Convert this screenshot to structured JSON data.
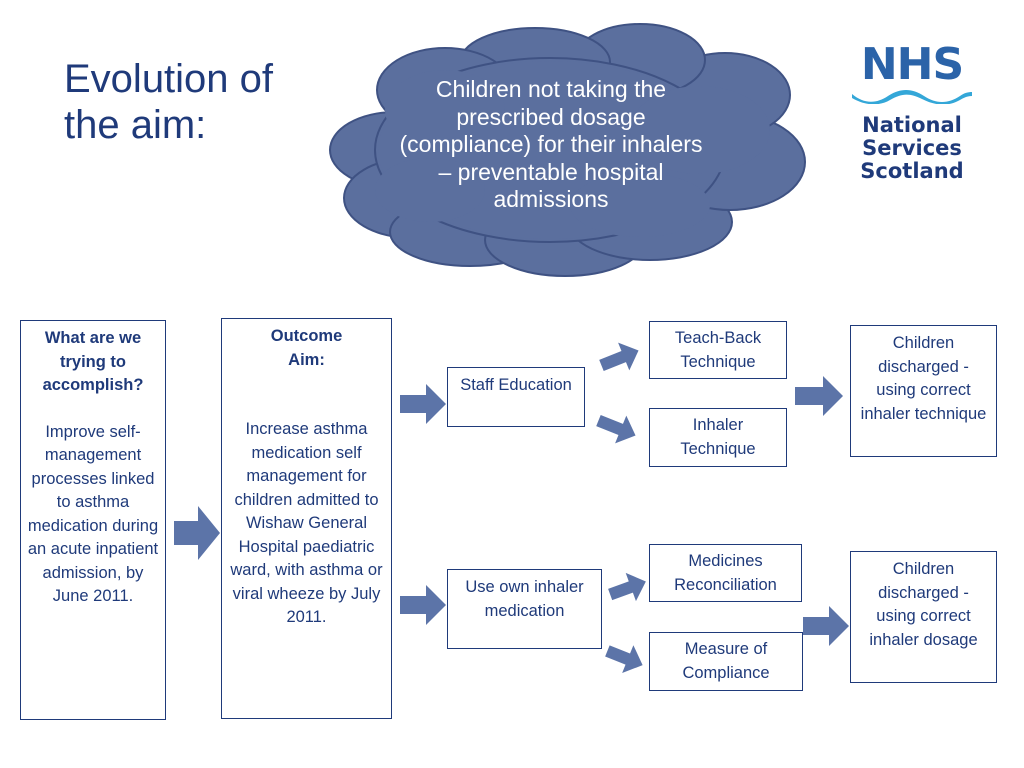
{
  "title": {
    "line1": "Evolution of",
    "line2": "the aim:"
  },
  "cloud": {
    "text": "Children not taking the prescribed dosage (compliance) for their inhalers – preventable hospital admissions"
  },
  "logo": {
    "main": "NHS",
    "line1": "National",
    "line2": "Services",
    "line3": "Scotland"
  },
  "boxes": {
    "accomplish": {
      "heading1": "What are we",
      "heading2": "trying to",
      "heading3": "accomplish?",
      "body": "Improve self-management processes linked to asthma medication during an acute inpatient admission, by June 2011."
    },
    "outcome": {
      "heading1": "Outcome",
      "heading2": "Aim:",
      "body": "Increase asthma medication self management for children admitted to Wishaw General Hospital paediatric ward, with asthma or viral wheeze by July 2011."
    },
    "staff_education": "Staff Education",
    "own_inhaler": "Use own inhaler medication",
    "teach_back": "Teach-Back Technique",
    "inhaler_technique": "Inhaler Technique",
    "med_rec": "Medicines Reconciliation",
    "compliance": "Measure of Compliance",
    "result_technique": "Children discharged  - using correct inhaler technique",
    "result_dosage": "Children discharged  - using correct inhaler dosage"
  },
  "colors": {
    "navy": "#1f3a7a",
    "cloud_fill": "#5b6f9e",
    "arrow_fill": "#5c74a8",
    "nhs_blue": "#2b63a8",
    "wave_blue": "#34a7d8"
  }
}
